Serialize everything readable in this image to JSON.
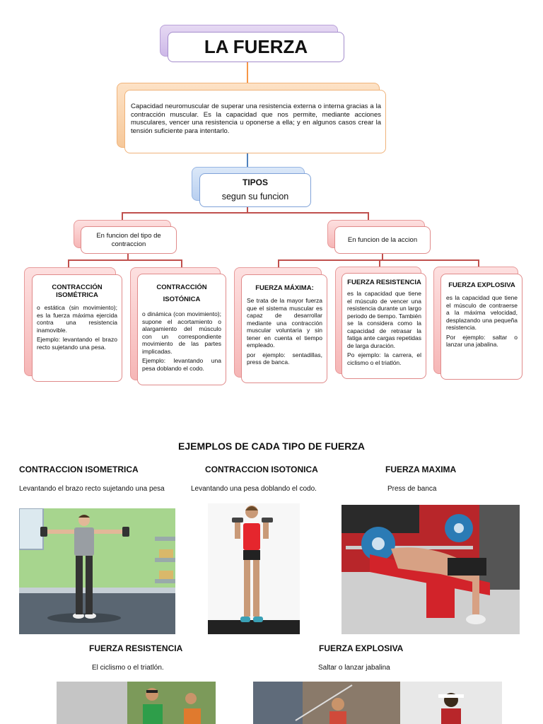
{
  "title": "LA FUERZA",
  "definition": "Capacidad neuromuscular de superar una resistencia externa o interna gracias a la contracción muscular. Es la capacidad que nos permite, mediante acciones musculares, vencer una resistencia u oponerse a ella; y en algunos casos crear la tensión suficiente para intentarlo.",
  "tipos": {
    "title": "TIPOS",
    "subtitle": "segun su funcion"
  },
  "branches": {
    "contraccion": "En funcion del tipo de contraccion",
    "accion": "En funcion de la accion"
  },
  "types": [
    {
      "title": "CONTRACCIÓN ISOMÉTRICA",
      "body": "o estática (sin movimiento); es la fuerza máxima ejercida contra una resistencia inamovible.",
      "example": "Ejemplo: levantando el brazo recto sujetando una pesa."
    },
    {
      "title": "CONTRACCIÓN ISOTÓNICA",
      "body": "o dinámica (con movimiento); supone el acortamiento o alargamiento del músculo con un correspondiente movimiento de las partes implicadas.",
      "example": "Ejemplo: levantando una pesa doblando el codo."
    },
    {
      "title": "FUERZA MÁXIMA:",
      "body": "Se trata de la mayor fuerza que el sistema muscular es capaz de desarrollar mediante una contracción muscular voluntaria y sin tener en cuenta el tiempo empleado.",
      "example": "por ejemplo: sentadillas, press de banca."
    },
    {
      "title": "FUERZA RESISTENCIA",
      "body": "es la capacidad que tiene el músculo de vencer una resistencia durante un largo periodo de tiempo. También se la considera como la capacidad de retrasar la fatiga ante cargas repetidas de larga duración.",
      "example": "Po ejemplo: la carrera, el ciclismo o el triatlón."
    },
    {
      "title": "FUERZA EXPLOSIVA",
      "body": "es la capacidad que tiene el músculo de contraerse a la máxima velocidad, desplazando una pequeña resistencia.",
      "example": "Por ejemplo: saltar o lanzar una jabalina."
    }
  ],
  "examples_title": "EJEMPLOS DE CADA TIPO DE FUERZA",
  "examples": [
    {
      "heading": "CONTRACCION ISOMETRICA",
      "caption": "Levantando el brazo recto sujetando una pesa"
    },
    {
      "heading": "CONTRACCION ISOTONICA",
      "caption": "Levantando una pesa doblando el codo."
    },
    {
      "heading": "FUERZA MAXIMA",
      "caption": "Press de banca"
    },
    {
      "heading": "FUERZA RESISTENCIA",
      "caption": "El ciclismo o el triatlón."
    },
    {
      "heading": "FUERZA EXPLOSIVA",
      "caption": "Saltar o lanzar jabalina"
    }
  ],
  "colors": {
    "connector": "#c0504d",
    "title_accent": "#8064a2",
    "definition_accent": "#f79646",
    "tipos_accent": "#4f81bd"
  }
}
